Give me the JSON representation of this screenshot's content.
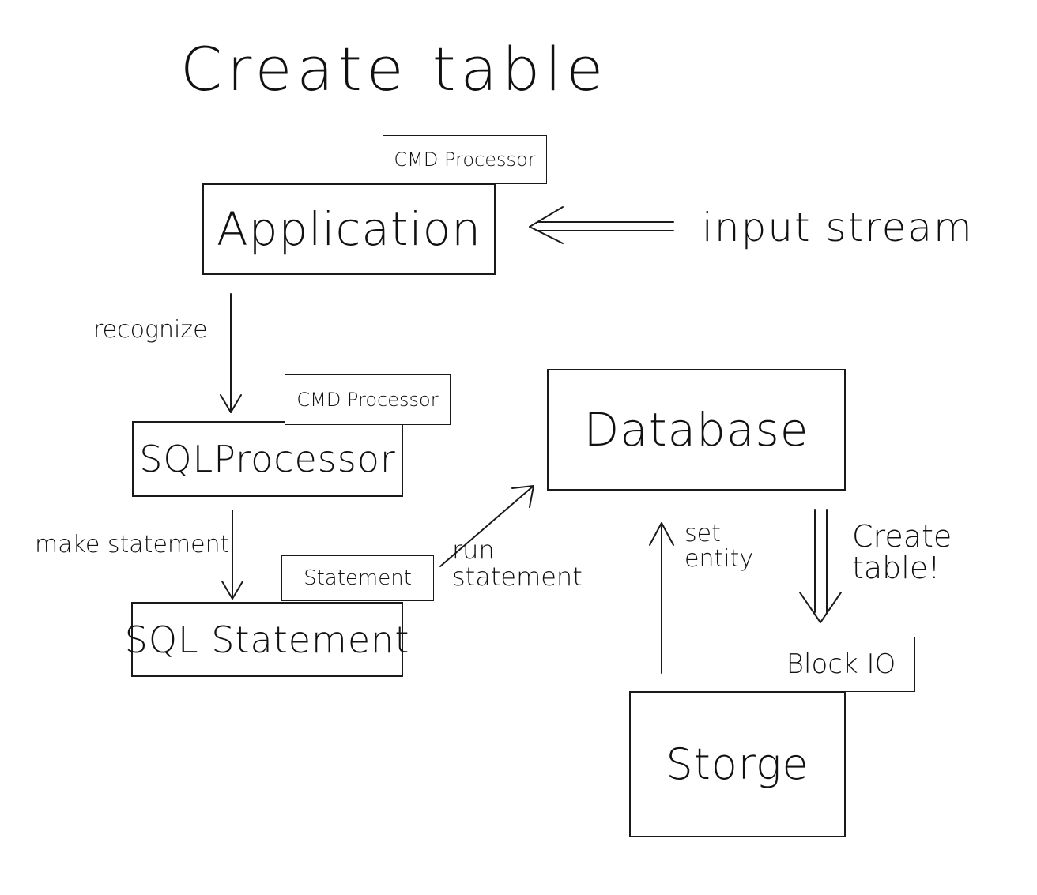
{
  "title": "Create table",
  "nodes": {
    "application": "Application",
    "sql_processor": "SQLProcessor",
    "sql_statement": "SQL Statement",
    "database": "Database",
    "storage": "Storge"
  },
  "tags": {
    "application": "CMD Processor",
    "sql_processor": "CMD Processor",
    "sql_statement": "Statement",
    "storage": "Block IO"
  },
  "edges": {
    "input_stream": "input stream",
    "recognize": "recognize",
    "make_statement": "make statement",
    "run_statement": "run\nstatement",
    "set_entity": "set\nentity",
    "create_table": "Create\ntable!"
  }
}
